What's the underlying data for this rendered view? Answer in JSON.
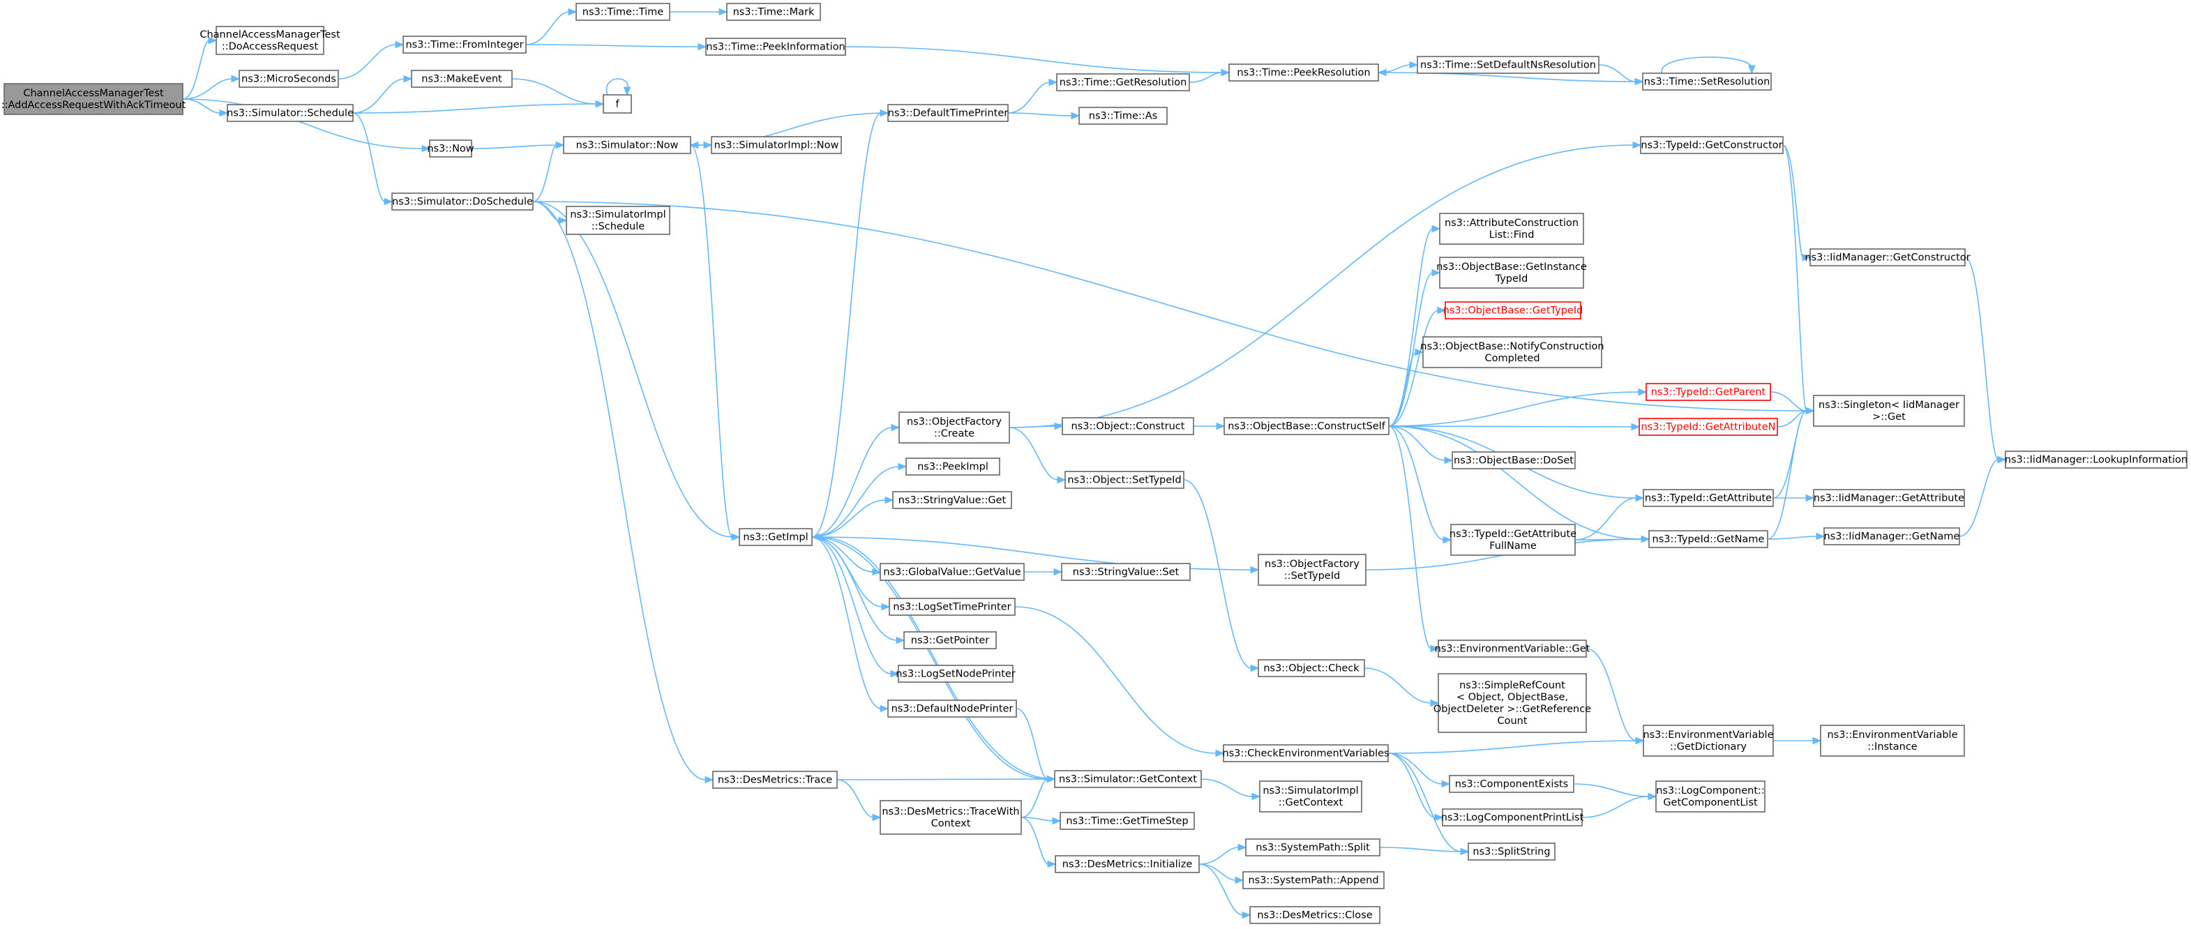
{
  "colors": {
    "edge": "#63b8ff",
    "node_border": "#666666",
    "root_fill": "#999999",
    "error_border": "#ff0000"
  },
  "nodes": [
    {
      "id": "root",
      "lines": [
        "ChannelAccessManagerTest",
        "::AddAccessRequestWithAckTimeout"
      ],
      "style": "root"
    },
    {
      "id": "doAccess",
      "lines": [
        "ChannelAccessManagerTest",
        "::DoAccessRequest"
      ]
    },
    {
      "id": "micro",
      "lines": [
        "ns3::MicroSeconds"
      ]
    },
    {
      "id": "sched",
      "lines": [
        "ns3::Simulator::Schedule"
      ]
    },
    {
      "id": "now",
      "lines": [
        "ns3::Now"
      ]
    },
    {
      "id": "fromInt",
      "lines": [
        "ns3::Time::FromInteger"
      ]
    },
    {
      "id": "makeEvent",
      "lines": [
        "ns3::MakeEvent"
      ]
    },
    {
      "id": "f",
      "lines": [
        "f"
      ]
    },
    {
      "id": "doSched",
      "lines": [
        "ns3::Simulator::DoSchedule"
      ]
    },
    {
      "id": "simNow",
      "lines": [
        "ns3::Simulator::Now"
      ]
    },
    {
      "id": "timeTime",
      "lines": [
        "ns3::Time::Time"
      ]
    },
    {
      "id": "timeMark",
      "lines": [
        "ns3::Time::Mark"
      ]
    },
    {
      "id": "peekInfo",
      "lines": [
        "ns3::Time::PeekInformation"
      ]
    },
    {
      "id": "simImplNow",
      "lines": [
        "ns3::SimulatorImpl::Now"
      ]
    },
    {
      "id": "defTimePrinter",
      "lines": [
        "ns3::DefaultTimePrinter"
      ]
    },
    {
      "id": "getRes",
      "lines": [
        "ns3::Time::GetResolution"
      ]
    },
    {
      "id": "timeAs",
      "lines": [
        "ns3::Time::As"
      ]
    },
    {
      "id": "peekRes",
      "lines": [
        "ns3::Time::PeekResolution"
      ]
    },
    {
      "id": "setDefNs",
      "lines": [
        "ns3::Time::SetDefaultNsResolution"
      ]
    },
    {
      "id": "setRes",
      "lines": [
        "ns3::Time::SetResolution"
      ]
    },
    {
      "id": "simImplSched",
      "lines": [
        "ns3::SimulatorImpl",
        "::Schedule"
      ]
    },
    {
      "id": "getImpl",
      "lines": [
        "ns3::GetImpl"
      ]
    },
    {
      "id": "desTrace",
      "lines": [
        "ns3::DesMetrics::Trace"
      ]
    },
    {
      "id": "objFactCreate",
      "lines": [
        "ns3::ObjectFactory",
        "::Create"
      ]
    },
    {
      "id": "peekImpl",
      "lines": [
        "ns3::PeekImpl"
      ]
    },
    {
      "id": "strValGet",
      "lines": [
        "ns3::StringValue::Get"
      ]
    },
    {
      "id": "globValGet",
      "lines": [
        "ns3::GlobalValue::GetValue"
      ]
    },
    {
      "id": "logSetTime",
      "lines": [
        "ns3::LogSetTimePrinter"
      ]
    },
    {
      "id": "getPointer",
      "lines": [
        "ns3::GetPointer"
      ]
    },
    {
      "id": "logSetNode",
      "lines": [
        "ns3::LogSetNodePrinter"
      ]
    },
    {
      "id": "defNodePrinter",
      "lines": [
        "ns3::DefaultNodePrinter"
      ]
    },
    {
      "id": "traceWithCtx",
      "lines": [
        "ns3::DesMetrics::TraceWith",
        "Context"
      ]
    },
    {
      "id": "objConstruct",
      "lines": [
        "ns3::Object::Construct"
      ]
    },
    {
      "id": "objSetTypeId",
      "lines": [
        "ns3::Object::SetTypeId"
      ]
    },
    {
      "id": "strValSet",
      "lines": [
        "ns3::StringValue::Set"
      ]
    },
    {
      "id": "simGetCtx",
      "lines": [
        "ns3::Simulator::GetContext"
      ]
    },
    {
      "id": "getTimeStep",
      "lines": [
        "ns3::Time::GetTimeStep"
      ]
    },
    {
      "id": "desInit",
      "lines": [
        "ns3::DesMetrics::Initialize"
      ]
    },
    {
      "id": "objFactSetTypeId",
      "lines": [
        "ns3::ObjectFactory",
        "::SetTypeId"
      ]
    },
    {
      "id": "objCheck",
      "lines": [
        "ns3::Object::Check"
      ]
    },
    {
      "id": "checkEnv",
      "lines": [
        "ns3::CheckEnvironmentVariables"
      ]
    },
    {
      "id": "simImplGetCtx",
      "lines": [
        "ns3::SimulatorImpl",
        "::GetContext"
      ]
    },
    {
      "id": "sysPathSplit",
      "lines": [
        "ns3::SystemPath::Split"
      ]
    },
    {
      "id": "sysPathAppend",
      "lines": [
        "ns3::SystemPath::Append"
      ]
    },
    {
      "id": "desClose",
      "lines": [
        "ns3::DesMetrics::Close"
      ]
    },
    {
      "id": "constructSelf",
      "lines": [
        "ns3::ObjectBase::ConstructSelf"
      ]
    },
    {
      "id": "attrConstrFind",
      "lines": [
        "ns3::AttributeConstruction",
        "List::Find"
      ]
    },
    {
      "id": "getInstTypeId",
      "lines": [
        "ns3::ObjectBase::GetInstance",
        "TypeId"
      ]
    },
    {
      "id": "objBaseGetTypeId",
      "lines": [
        "ns3::ObjectBase::GetTypeId"
      ],
      "style": "red"
    },
    {
      "id": "notifyConstr",
      "lines": [
        "ns3::ObjectBase::NotifyConstruction",
        "Completed"
      ]
    },
    {
      "id": "doSet",
      "lines": [
        "ns3::ObjectBase::DoSet"
      ]
    },
    {
      "id": "getAttrFullName",
      "lines": [
        "ns3::TypeId::GetAttribute",
        "FullName"
      ]
    },
    {
      "id": "envVarGet",
      "lines": [
        "ns3::EnvironmentVariable::Get"
      ]
    },
    {
      "id": "simpleRefCount",
      "lines": [
        "ns3::SimpleRefCount",
        "< Object, ObjectBase,",
        "ObjectDeleter >::GetReference",
        "Count"
      ]
    },
    {
      "id": "compExists",
      "lines": [
        "ns3::ComponentExists"
      ]
    },
    {
      "id": "logCompPrint",
      "lines": [
        "ns3::LogComponentPrintList"
      ]
    },
    {
      "id": "splitString",
      "lines": [
        "ns3::SplitString"
      ]
    },
    {
      "id": "getConstructor",
      "lines": [
        "ns3::TypeId::GetConstructor"
      ]
    },
    {
      "id": "getParent",
      "lines": [
        "ns3::TypeId::GetParent"
      ],
      "style": "red"
    },
    {
      "id": "getAttributeN",
      "lines": [
        "ns3::TypeId::GetAttributeN"
      ],
      "style": "red"
    },
    {
      "id": "getAttribute",
      "lines": [
        "ns3::TypeId::GetAttribute"
      ]
    },
    {
      "id": "getName",
      "lines": [
        "ns3::TypeId::GetName"
      ]
    },
    {
      "id": "envGetDict",
      "lines": [
        "ns3::EnvironmentVariable",
        "::GetDictionary"
      ]
    },
    {
      "id": "getCompList",
      "lines": [
        "ns3::LogComponent::",
        "GetComponentList"
      ]
    },
    {
      "id": "iidGetConstructor",
      "lines": [
        "ns3::IidManager::GetConstructor"
      ]
    },
    {
      "id": "singletonGet",
      "lines": [
        "ns3::Singleton< IidManager",
        ">::Get"
      ]
    },
    {
      "id": "iidGetAttribute",
      "lines": [
        "ns3::IidManager::GetAttribute"
      ]
    },
    {
      "id": "iidGetName",
      "lines": [
        "ns3::IidManager::GetName"
      ]
    },
    {
      "id": "envInstance",
      "lines": [
        "ns3::EnvironmentVariable",
        "::Instance"
      ]
    },
    {
      "id": "iidLookup",
      "lines": [
        "ns3::IidManager::LookupInformation"
      ]
    }
  ],
  "edges": [
    [
      "root",
      "doAccess"
    ],
    [
      "root",
      "micro"
    ],
    [
      "root",
      "sched"
    ],
    [
      "root",
      "now"
    ],
    [
      "micro",
      "fromInt"
    ],
    [
      "fromInt",
      "timeTime"
    ],
    [
      "fromInt",
      "peekInfo"
    ],
    [
      "timeTime",
      "timeMark"
    ],
    [
      "peekInfo",
      "peekRes"
    ],
    [
      "sched",
      "makeEvent"
    ],
    [
      "sched",
      "f"
    ],
    [
      "sched",
      "doSched"
    ],
    [
      "makeEvent",
      "f"
    ],
    [
      "f",
      "f"
    ],
    [
      "now",
      "simNow"
    ],
    [
      "simNow",
      "simImplNow"
    ],
    [
      "simNow",
      "getImpl"
    ],
    [
      "doSched",
      "simNow"
    ],
    [
      "doSched",
      "simImplSched"
    ],
    [
      "doSched",
      "getImpl"
    ],
    [
      "doSched",
      "desTrace"
    ],
    [
      "doSched",
      "singletonGet"
    ],
    [
      "defTimePrinter",
      "simNow"
    ],
    [
      "defTimePrinter",
      "getRes"
    ],
    [
      "defTimePrinter",
      "timeAs"
    ],
    [
      "getRes",
      "peekRes"
    ],
    [
      "peekRes",
      "setDefNs"
    ],
    [
      "setDefNs",
      "setRes"
    ],
    [
      "setRes",
      "peekRes"
    ],
    [
      "setRes",
      "setRes"
    ],
    [
      "getImpl",
      "defTimePrinter"
    ],
    [
      "getImpl",
      "objFactCreate"
    ],
    [
      "getImpl",
      "peekImpl"
    ],
    [
      "getImpl",
      "strValGet"
    ],
    [
      "getImpl",
      "globValGet"
    ],
    [
      "getImpl",
      "logSetTime"
    ],
    [
      "getImpl",
      "getPointer"
    ],
    [
      "getImpl",
      "logSetNode"
    ],
    [
      "getImpl",
      "defNodePrinter"
    ],
    [
      "getImpl",
      "objFactSetTypeId"
    ],
    [
      "getImpl",
      "simGetCtx"
    ],
    [
      "objFactCreate",
      "getConstructor"
    ],
    [
      "objFactCreate",
      "objConstruct"
    ],
    [
      "objFactCreate",
      "objSetTypeId"
    ],
    [
      "globValGet",
      "strValSet"
    ],
    [
      "logSetTime",
      "checkEnv"
    ],
    [
      "defNodePrinter",
      "simGetCtx"
    ],
    [
      "simGetCtx",
      "getImpl"
    ],
    [
      "simGetCtx",
      "simImplGetCtx"
    ],
    [
      "desTrace",
      "simGetCtx"
    ],
    [
      "desTrace",
      "traceWithCtx"
    ],
    [
      "traceWithCtx",
      "simGetCtx"
    ],
    [
      "traceWithCtx",
      "getTimeStep"
    ],
    [
      "traceWithCtx",
      "desInit"
    ],
    [
      "desInit",
      "sysPathSplit"
    ],
    [
      "desInit",
      "sysPathAppend"
    ],
    [
      "desInit",
      "desClose"
    ],
    [
      "sysPathSplit",
      "splitString"
    ],
    [
      "objConstruct",
      "constructSelf"
    ],
    [
      "objSetTypeId",
      "objCheck"
    ],
    [
      "objCheck",
      "simpleRefCount"
    ],
    [
      "objFactSetTypeId",
      "getName"
    ],
    [
      "constructSelf",
      "attrConstrFind"
    ],
    [
      "constructSelf",
      "getInstTypeId"
    ],
    [
      "constructSelf",
      "objBaseGetTypeId"
    ],
    [
      "constructSelf",
      "notifyConstr"
    ],
    [
      "constructSelf",
      "getParent"
    ],
    [
      "constructSelf",
      "getAttributeN"
    ],
    [
      "constructSelf",
      "doSet"
    ],
    [
      "constructSelf",
      "getAttribute"
    ],
    [
      "constructSelf",
      "getAttrFullName"
    ],
    [
      "constructSelf",
      "getName"
    ],
    [
      "constructSelf",
      "envVarGet"
    ],
    [
      "getAttrFullName",
      "getAttribute"
    ],
    [
      "getAttrFullName",
      "getName"
    ],
    [
      "envVarGet",
      "envGetDict"
    ],
    [
      "checkEnv",
      "envGetDict"
    ],
    [
      "checkEnv",
      "compExists"
    ],
    [
      "checkEnv",
      "logCompPrint"
    ],
    [
      "checkEnv",
      "splitString"
    ],
    [
      "compExists",
      "getCompList"
    ],
    [
      "logCompPrint",
      "getCompList"
    ],
    [
      "envGetDict",
      "envInstance"
    ],
    [
      "getConstructor",
      "iidGetConstructor"
    ],
    [
      "getConstructor",
      "singletonGet"
    ],
    [
      "getParent",
      "singletonGet"
    ],
    [
      "getAttributeN",
      "singletonGet"
    ],
    [
      "getAttribute",
      "singletonGet"
    ],
    [
      "getAttribute",
      "iidGetAttribute"
    ],
    [
      "getName",
      "singletonGet"
    ],
    [
      "getName",
      "iidGetName"
    ],
    [
      "iidGetConstructor",
      "iidLookup"
    ],
    [
      "iidGetName",
      "iidLookup"
    ]
  ]
}
